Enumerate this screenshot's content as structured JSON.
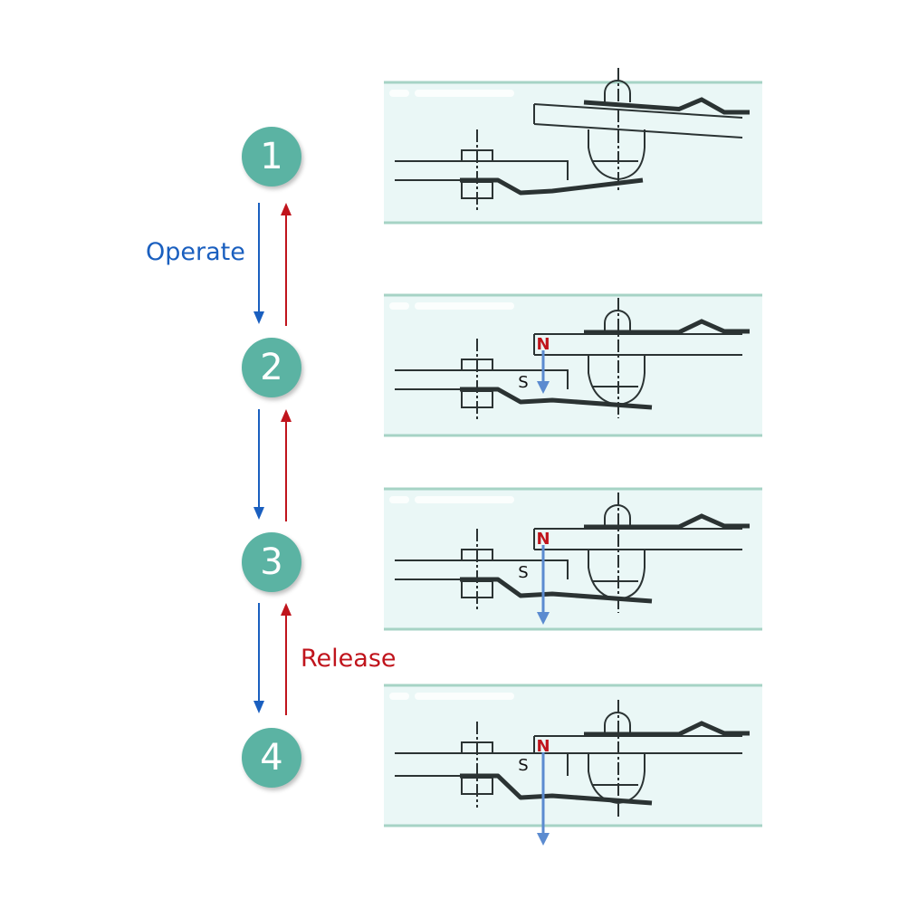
{
  "steps": [
    "1",
    "2",
    "3",
    "4"
  ],
  "operate_label": "Operate",
  "release_label": "Release",
  "pole_labels": {
    "north": "N",
    "south": "S"
  },
  "colors": {
    "circle": "#5bb3a3",
    "operate": "#1a5fbf",
    "release": "#c0141c",
    "flux": "#5b8bd0",
    "band": "#eaf7f6",
    "band_border": "#a6d3c5",
    "ink": "#2b3333"
  }
}
